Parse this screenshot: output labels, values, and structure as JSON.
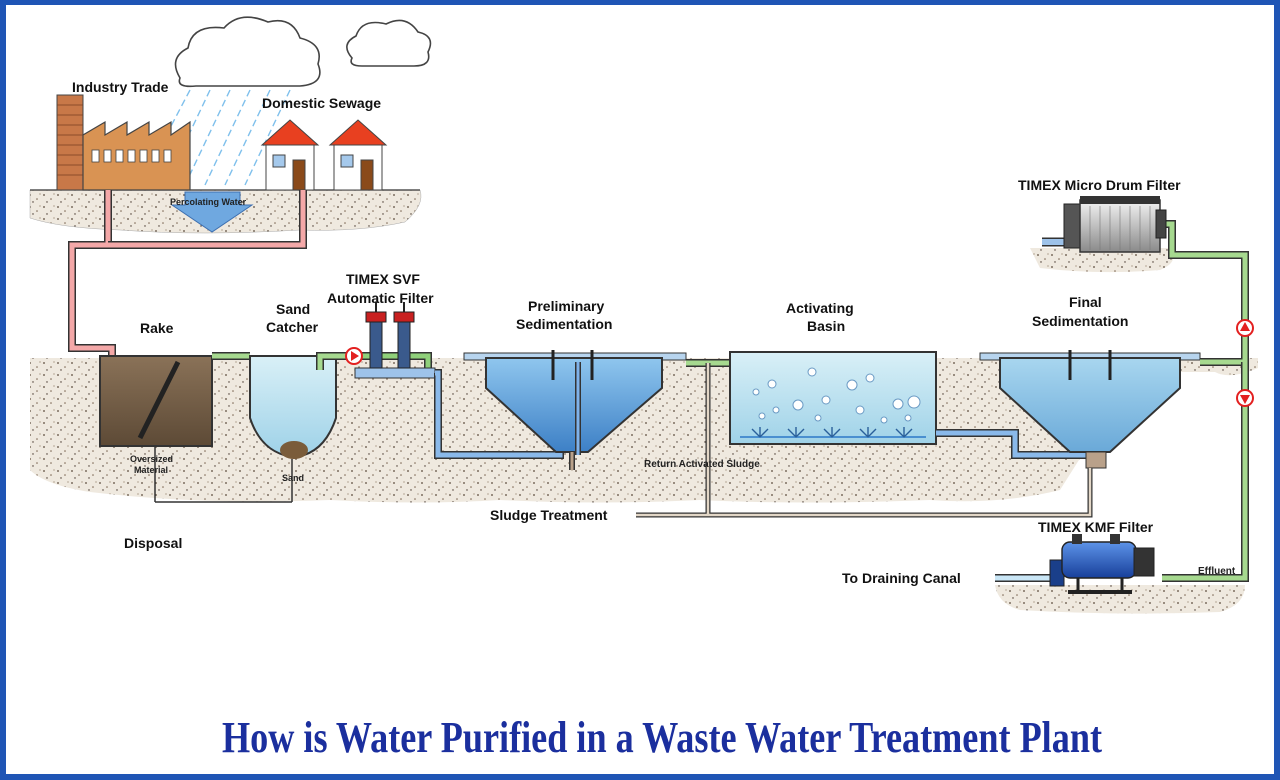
{
  "title": "How is Water Purified in a Waste Water Treatment Plant",
  "labels": {
    "industry_trade": "Industry Trade",
    "domestic_sewage": "Domestic Sewage",
    "percolating_water": "Percolating Water",
    "rake": "Rake",
    "sand_catcher_1": "Sand",
    "sand_catcher_2": "Catcher",
    "svf_1": "TIMEX SVF",
    "svf_2": "Automatic Filter",
    "prelim_1": "Preliminary",
    "prelim_2": "Sedimentation",
    "activating_1": "Activating",
    "activating_2": "Basin",
    "final_1": "Final",
    "final_2": "Sedimentation",
    "micro_drum": "TIMEX Micro Drum Filter",
    "oversized_1": "Oversized",
    "oversized_2": "Material",
    "sand": "Sand",
    "disposal": "Disposal",
    "return_sludge": "Return Activated Sludge",
    "sludge_treatment": "Sludge Treatment",
    "kmf": "TIMEX KMF Filter",
    "draining_canal": "To Draining Canal",
    "effluent": "Effluent"
  },
  "colors": {
    "frame": "#1f55b5",
    "title": "#1b2f9e",
    "pipe_pink": "#f1a1a1",
    "pipe_green": "#8fd07a",
    "pipe_blue": "#7fb2ea",
    "ground": "#ede7dd",
    "water": "#bfe3f3"
  }
}
